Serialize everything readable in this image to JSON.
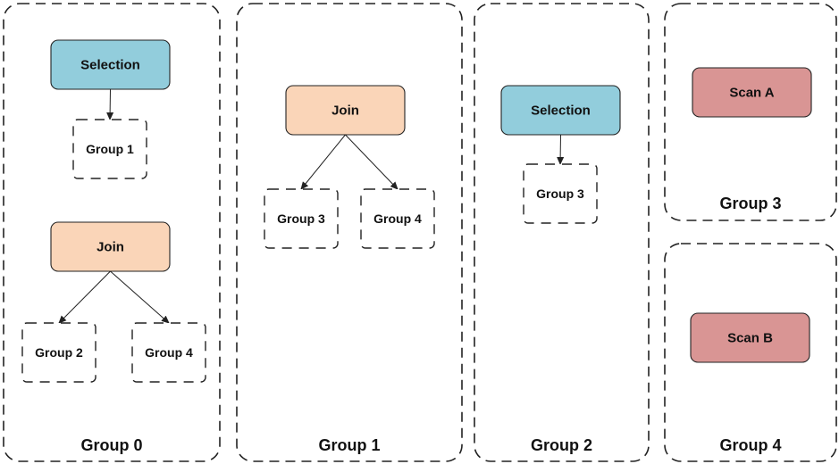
{
  "colors": {
    "selection": "#92cddc",
    "join": "#fad5b8",
    "scan": "#d99594",
    "stroke": "#222222"
  },
  "groups": [
    {
      "label": "Group 0",
      "nodes": [
        {
          "label": "Selection",
          "kind": "selection",
          "children": [
            "Group 1"
          ]
        },
        {
          "label": "Join",
          "kind": "join",
          "children": [
            "Group 2",
            "Group 4"
          ]
        }
      ]
    },
    {
      "label": "Group 1",
      "nodes": [
        {
          "label": "Join",
          "kind": "join",
          "children": [
            "Group 3",
            "Group 4"
          ]
        }
      ]
    },
    {
      "label": "Group 2",
      "nodes": [
        {
          "label": "Selection",
          "kind": "selection",
          "children": [
            "Group 3"
          ]
        }
      ]
    },
    {
      "label": "Group 3",
      "nodes": [
        {
          "label": "Scan A",
          "kind": "scan",
          "children": []
        }
      ]
    },
    {
      "label": "Group 4",
      "nodes": [
        {
          "label": "Scan B",
          "kind": "scan",
          "children": []
        }
      ]
    }
  ]
}
